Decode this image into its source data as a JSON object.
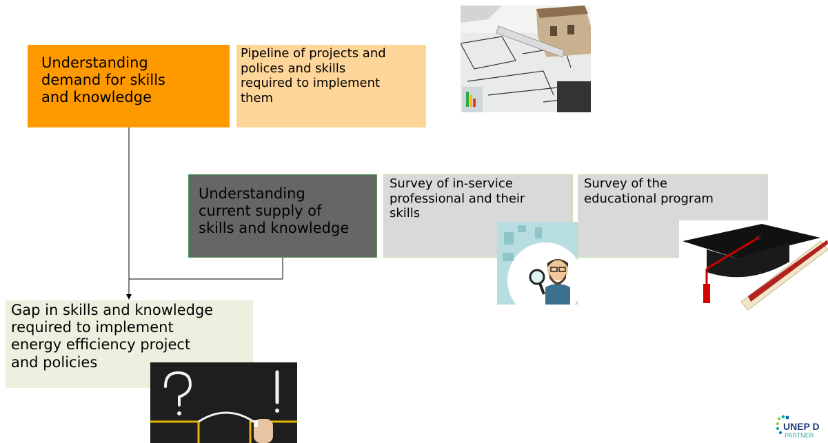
{
  "boxes": {
    "demand": "Understanding\ndemand for skills\nand knowledge",
    "pipeline": "Pipeline of projects and\npolices and skills\nrequired to implement\nthem",
    "supply": "Understanding\ncurrent supply of\nskills and knowledge",
    "survey_professionals": "Survey of in-service\nprofessional and their\nskills",
    "survey_education": "Survey of the\neducational program",
    "gap": "Gap in skills and knowledge\nrequired to implement\nenergy efficiency project\nand policies"
  },
  "logo": {
    "text": "UNEP D",
    "subtext": "PARTNER"
  },
  "colors": {
    "demand": "#ff9900",
    "pipeline": "#ffd699",
    "supply": "#666666",
    "survey": "#d9d9d9",
    "gap": "#ebf1de"
  },
  "icons": [
    "blueprint-house-image",
    "magnifier-man-image",
    "graduation-cap-image",
    "question-exclamation-chalkboard-image"
  ]
}
